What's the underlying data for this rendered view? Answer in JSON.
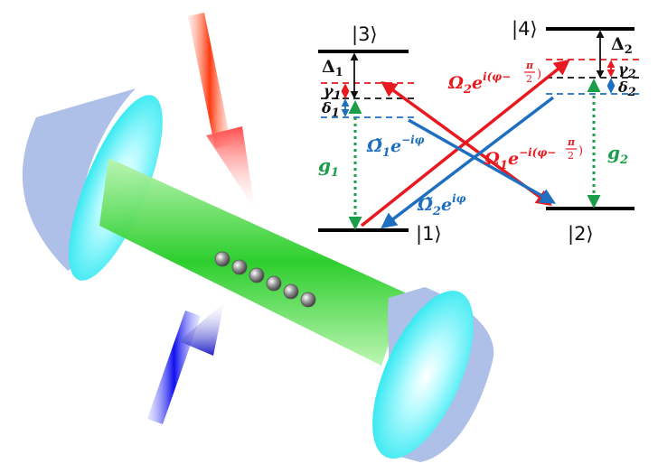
{
  "figure": {
    "colors": {
      "pump_red": "#ff2a1a",
      "probe_blue": "#1a2aff",
      "cavity_green": "#22cc22",
      "coupling_red": "#e8191f",
      "coupling_blue": "#1f6fc0",
      "cavity_coupling_green": "#1a9e4a",
      "mirror_face": "#aebfe8",
      "mirror_rim": "#33e8f0"
    },
    "levels": {
      "l1": "|1⟩",
      "l2": "|2⟩",
      "l3": "|3⟩",
      "l4": "|4⟩"
    },
    "labels": {
      "delta1": "Δ",
      "delta1_sub": "1",
      "delta2": "Δ",
      "delta2_sub": "2",
      "gamma1": "γ",
      "gamma1_sub": "1",
      "gamma2": "γ",
      "gamma2_sub": "2",
      "dshift1": "δ",
      "dshift1_sub": "1",
      "dshift2": "δ",
      "dshift2_sub": "2",
      "g1": "g",
      "g1_sub": "1",
      "g2": "g",
      "g2_sub": "2",
      "omega1": "Ω",
      "omega1_sub": "1",
      "omega1_exp": "e",
      "omega1_sup": "−i(φ−",
      "omega1_pi": "π",
      "omega1_two": "2",
      "omega1_close": ")",
      "omega2": "Ω",
      "omega2_sub": "2",
      "omega2_exp": "e",
      "omega2_sup": "i(φ−",
      "omega2_pi": "π",
      "omega2_two": "2",
      "omega2_close": ")",
      "omegat1": "Ω̃",
      "omegat1_sub": "1",
      "omegat1_exp": "e",
      "omegat1_sup": "−iφ",
      "omegat2": "Ω̃",
      "omegat2_sub": "2",
      "omegat2_exp": "e",
      "omegat2_sup": "iφ"
    },
    "atoms": {
      "count": 6
    }
  }
}
